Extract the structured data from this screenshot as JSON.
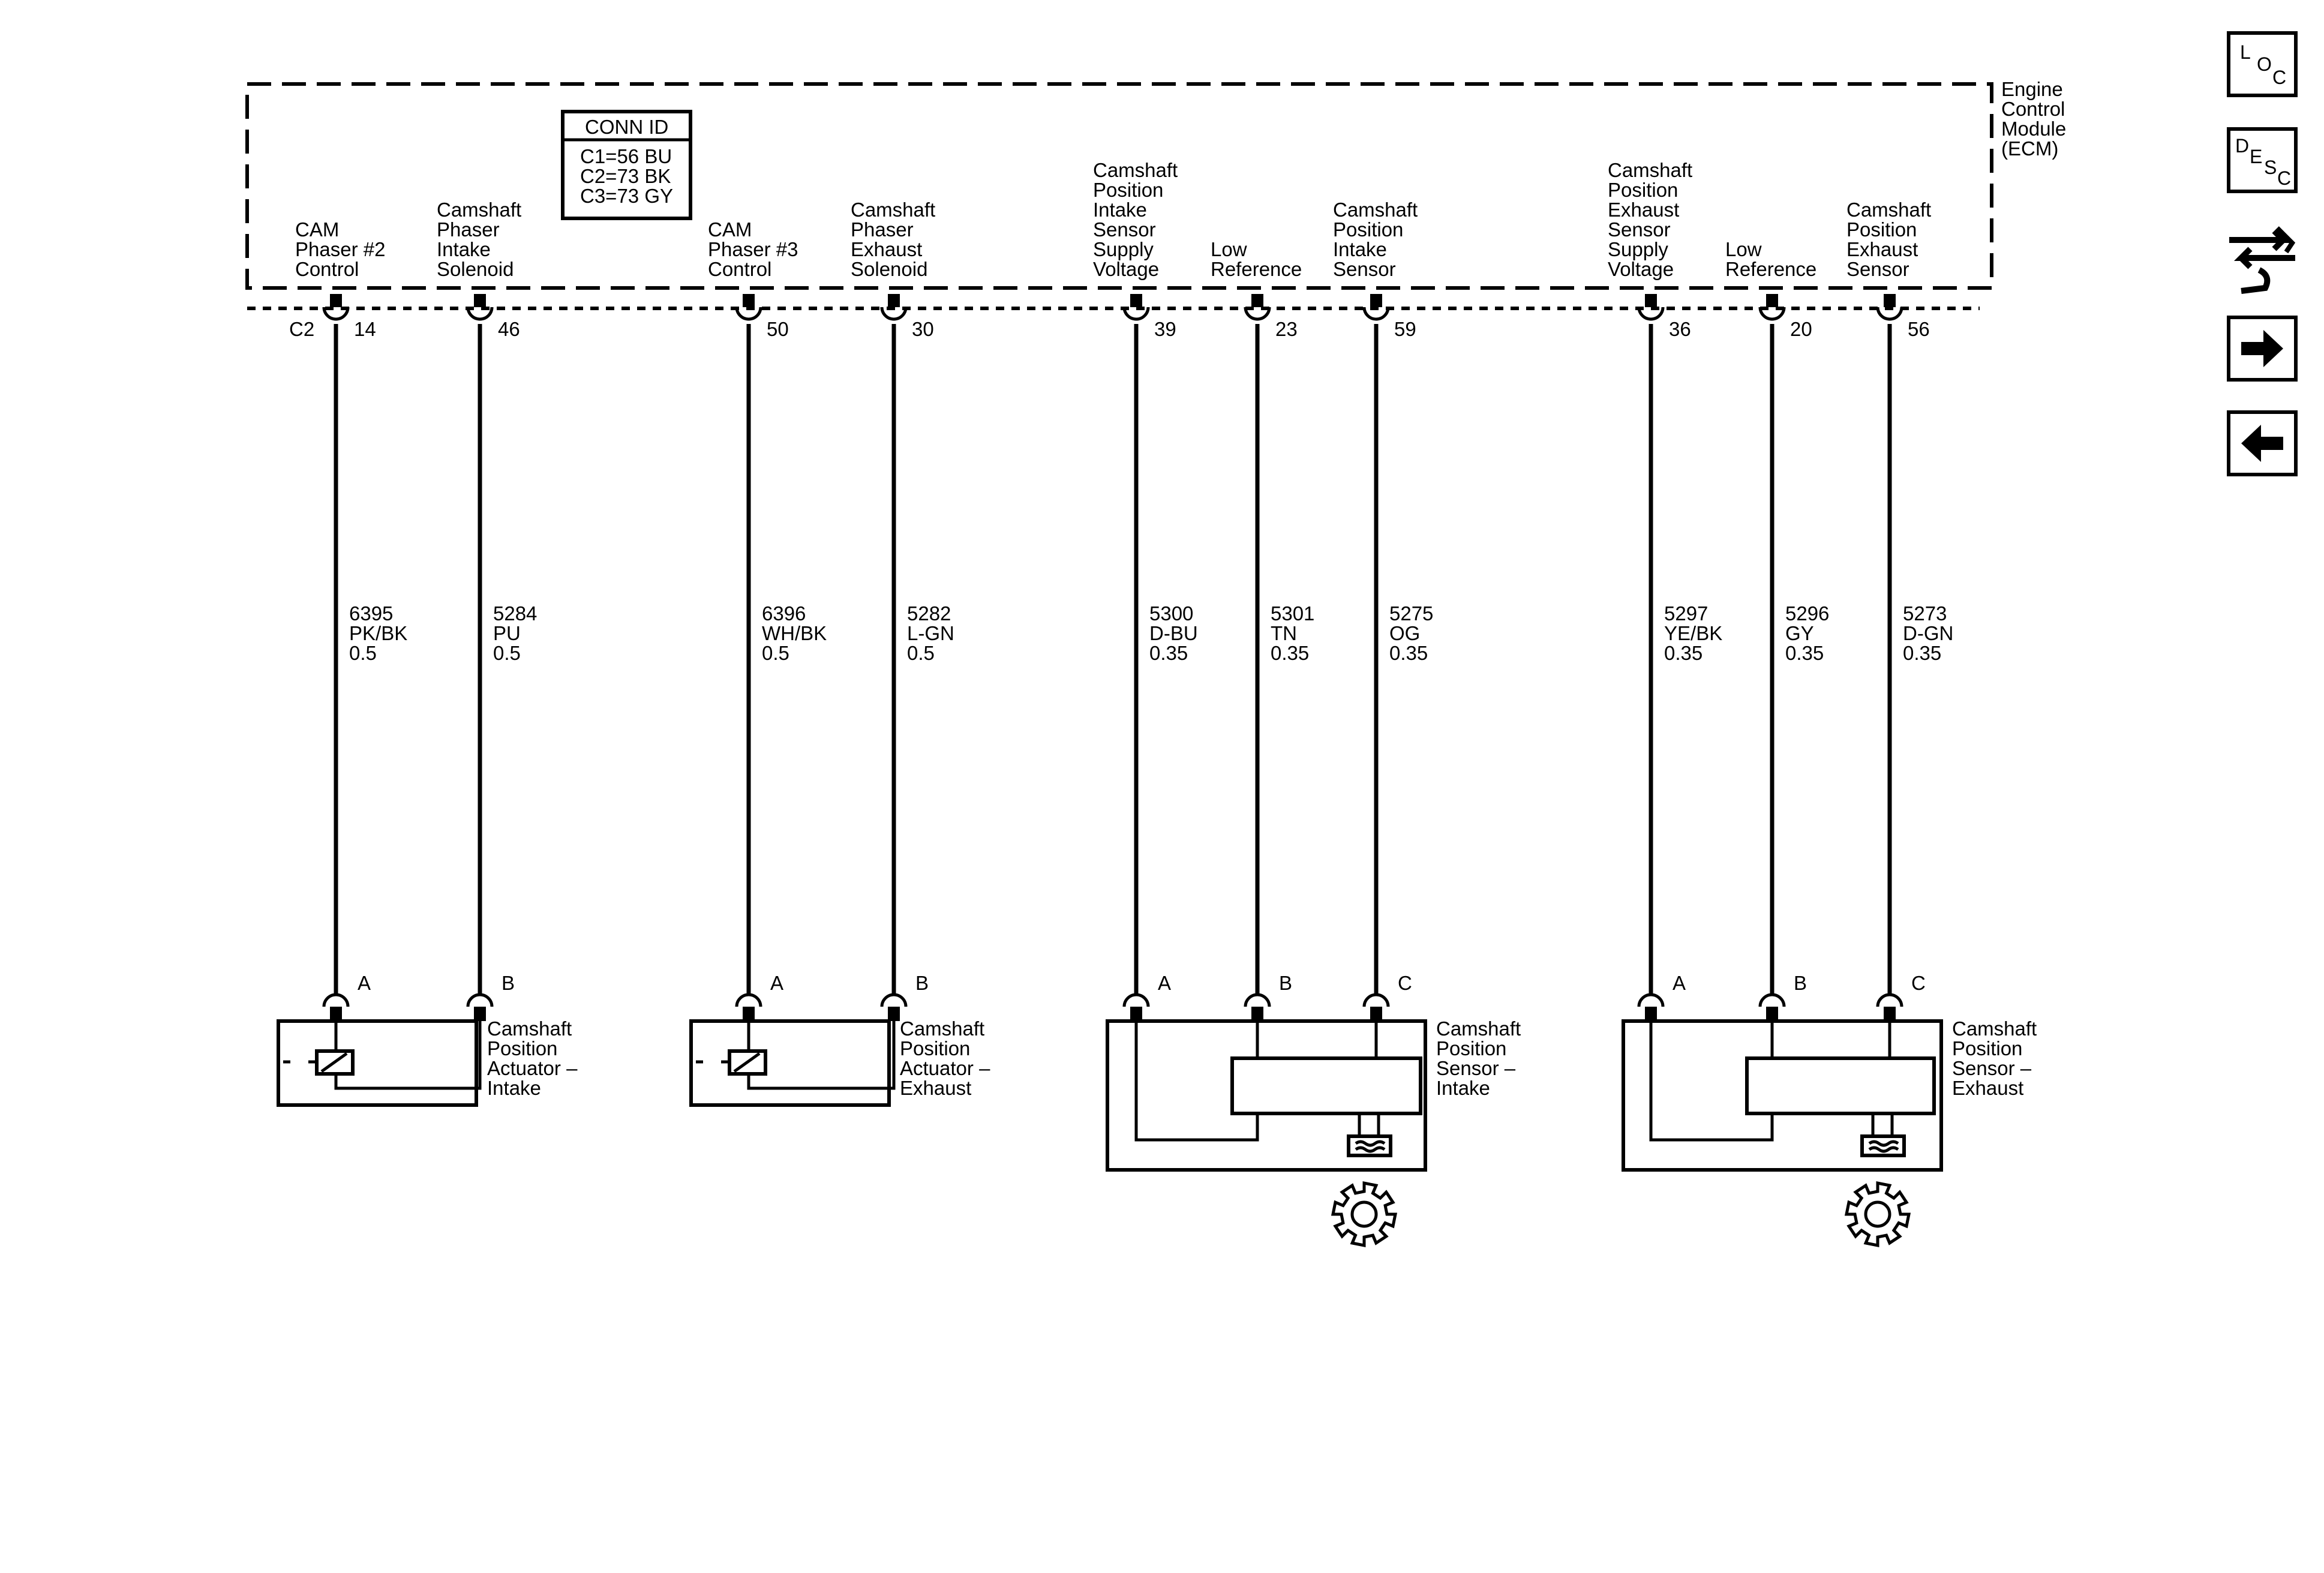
{
  "ecm": {
    "label": [
      "Engine",
      "Control",
      "Module",
      "(ECM)"
    ],
    "connector": "C2",
    "conn_id": {
      "title": "CONN ID",
      "rows": [
        "C1=56 BU",
        "C2=73 BK",
        "C3=73 GY"
      ]
    }
  },
  "circuits": [
    {
      "function": [
        "CAM",
        "Phaser #2",
        "Control"
      ],
      "pin": "14",
      "wire": [
        "6395",
        "PK/BK",
        "0.5"
      ],
      "comp_pin": "A"
    },
    {
      "function": [
        "Camshaft",
        "Phaser",
        "Intake",
        "Solenoid"
      ],
      "pin": "46",
      "wire": [
        "5284",
        "PU",
        "0.5"
      ],
      "comp_pin": "B"
    },
    {
      "function": [
        "CAM",
        "Phaser #3",
        "Control"
      ],
      "pin": "50",
      "wire": [
        "6396",
        "WH/BK",
        "0.5"
      ],
      "comp_pin": "A"
    },
    {
      "function": [
        "Camshaft",
        "Phaser",
        "Exhaust",
        "Solenoid"
      ],
      "pin": "30",
      "wire": [
        "5282",
        "L-GN",
        "0.5"
      ],
      "comp_pin": "B"
    },
    {
      "function": [
        "Camshaft",
        "Position",
        "Intake",
        "Sensor",
        "Supply",
        "Voltage"
      ],
      "pin": "39",
      "wire": [
        "5300",
        "D-BU",
        "0.35"
      ],
      "comp_pin": "A"
    },
    {
      "function": [
        "Low",
        "Reference"
      ],
      "pin": "23",
      "wire": [
        "5301",
        "TN",
        "0.35"
      ],
      "comp_pin": "B"
    },
    {
      "function": [
        "Camshaft",
        "Position",
        "Intake",
        "Sensor"
      ],
      "pin": "59",
      "wire": [
        "5275",
        "OG",
        "0.35"
      ],
      "comp_pin": "C"
    },
    {
      "function": [
        "Camshaft",
        "Position",
        "Exhaust",
        "Sensor",
        "Supply",
        "Voltage"
      ],
      "pin": "36",
      "wire": [
        "5297",
        "YE/BK",
        "0.35"
      ],
      "comp_pin": "A"
    },
    {
      "function": [
        "Low",
        "Reference"
      ],
      "pin": "20",
      "wire": [
        "5296",
        "GY",
        "0.35"
      ],
      "comp_pin": "B"
    },
    {
      "function": [
        "Camshaft",
        "Position",
        "Exhaust",
        "Sensor"
      ],
      "pin": "56",
      "wire": [
        "5273",
        "D-GN",
        "0.35"
      ],
      "comp_pin": "C"
    }
  ],
  "components": [
    {
      "label": [
        "Camshaft",
        "Position",
        "Actuator –",
        "Intake"
      ],
      "type": "actuator"
    },
    {
      "label": [
        "Camshaft",
        "Position",
        "Actuator –",
        "Exhaust"
      ],
      "type": "actuator"
    },
    {
      "label": [
        "Camshaft",
        "Position",
        "Sensor –",
        "Intake"
      ],
      "type": "sensor"
    },
    {
      "label": [
        "Camshaft",
        "Position",
        "Sensor –",
        "Exhaust"
      ],
      "type": "sensor"
    }
  ],
  "nav": {
    "loc": [
      "L",
      "O",
      "C"
    ],
    "desc": [
      "D",
      "E",
      "S",
      "C"
    ],
    "icons": [
      "connector-swap-icon",
      "arrow-right-icon",
      "arrow-left-icon"
    ]
  }
}
